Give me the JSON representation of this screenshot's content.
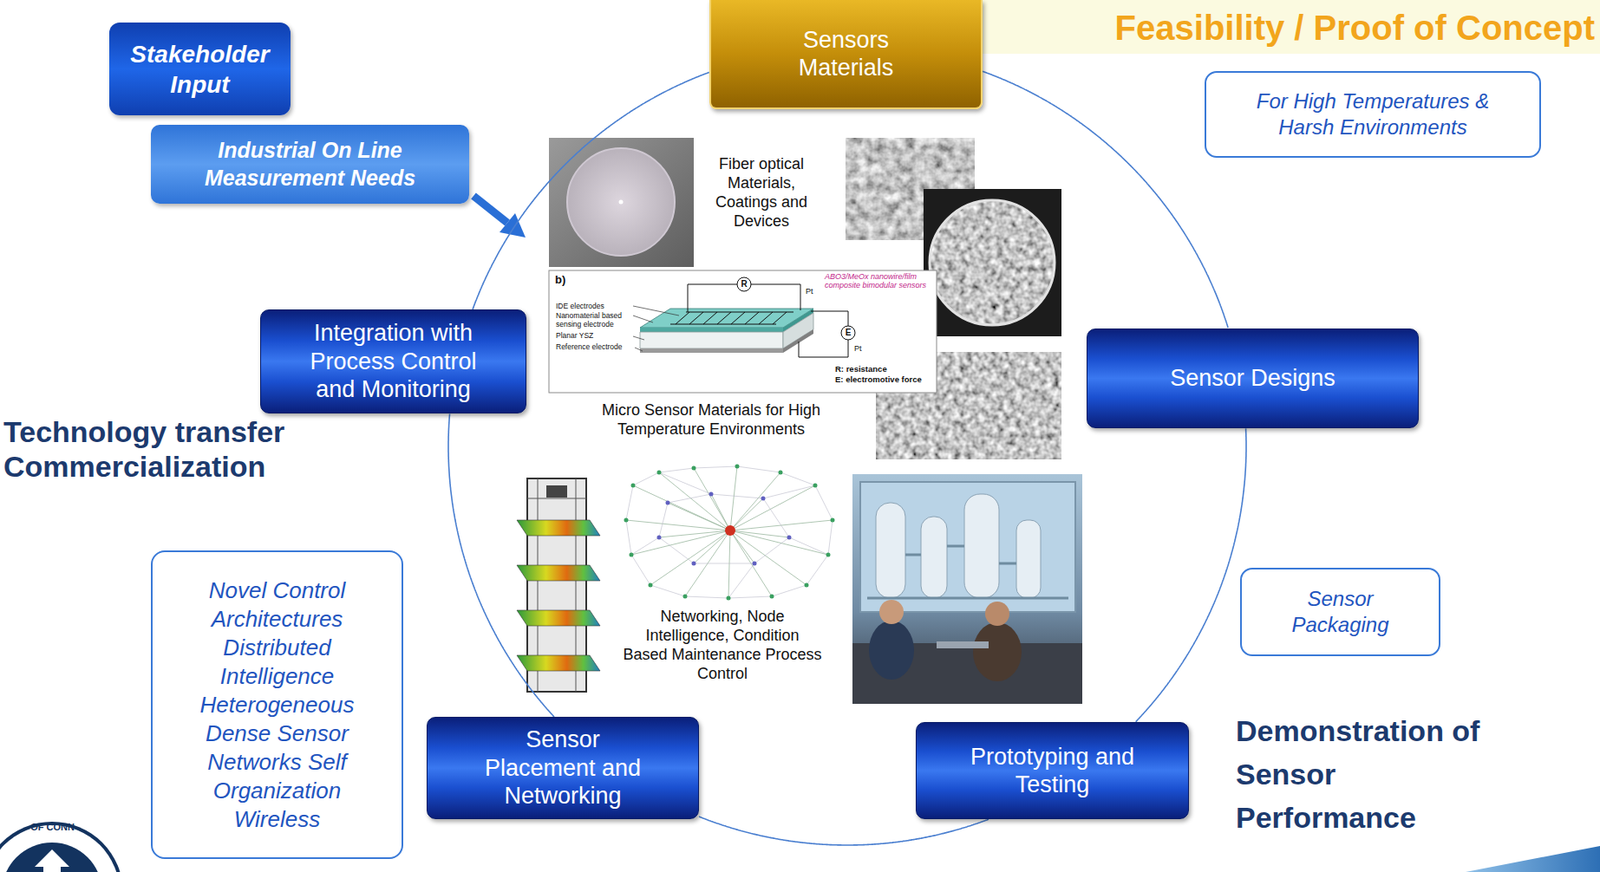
{
  "diagram": {
    "nodes": [
      {
        "text": [
          "Stakeholder Input"
        ]
      },
      {
        "text": [
          "Industrial On Line Measurement Needs"
        ]
      },
      {
        "text": [
          "Sensors Materials"
        ]
      },
      {
        "text": [
          "For High Temperatures & Harsh Environments"
        ]
      },
      {
        "text": [
          "Integration with Process Control and Monitoring"
        ]
      },
      {
        "text": [
          "Sensor Designs"
        ]
      },
      {
        "text": [
          "Novel Control Architectures Distributed Intelligence Heterogeneous Dense Sensor Networks Self Organization Wireless"
        ]
      },
      {
        "text": [
          "Sensor Packaging"
        ]
      },
      {
        "text": [
          "Sensor Placement and Networking"
        ]
      },
      {
        "text": [
          "Prototyping and Testing"
        ]
      }
    ],
    "edges": [
      {
        "from": 2,
        "to": 5,
        "arrow": "none"
      },
      {
        "from": 5,
        "to": 9,
        "arrow": "none"
      },
      {
        "from": 9,
        "to": 8,
        "arrow": "none"
      },
      {
        "from": 8,
        "to": 4,
        "arrow": "none"
      },
      {
        "from": 4,
        "to": 2,
        "arrow": "none"
      }
    ],
    "labels": [
      "Feasibility / Proof of Concept",
      "Fiber optical Materials, Coatings and Devices",
      "b)",
      "ABO3/MeOx nanowire/film composite bimodular sensors",
      "R",
      "Pt",
      "IDE electrodes",
      "Nanomaterial based sensing electrode",
      "Planar YSZ",
      "Reference electrode",
      "E",
      "Pt",
      "R: resistance",
      "E: electromotive force",
      "Micro Sensor Materials for High Temperature Environments",
      "Technology transfer Commercialization",
      "Networking, Node Intelligence, Condition Based Maintenance Process Control",
      "Demonstration of Sensor Performance",
      "OF CONN"
    ]
  }
}
